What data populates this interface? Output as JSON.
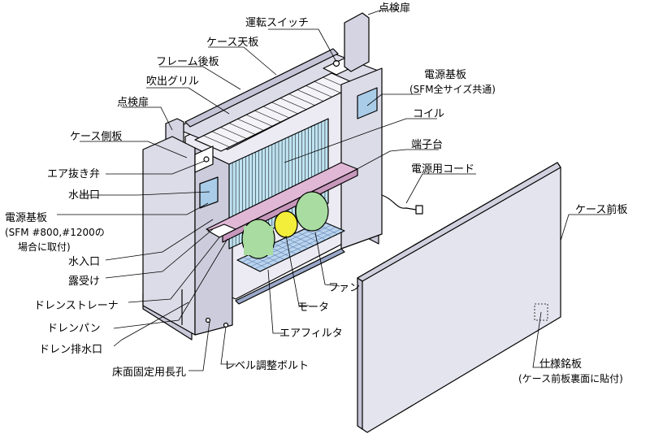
{
  "labels": {
    "inspection_door_top": "点検扉",
    "run_switch": "運転スイッチ",
    "case_top_panel": "ケース天板",
    "frame_back_panel": "フレーム後板",
    "outlet_grille": "吹出グリル",
    "inspection_door_left": "点検扉",
    "case_side_panel": "ケース側板",
    "air_vent_valve": "エア抜き弁",
    "water_outlet": "水出口",
    "power_board_left": "電源基板",
    "power_board_left_note1": "(SFM #800,#1200の",
    "power_board_left_note2": "場合に取付)",
    "water_inlet": "水入口",
    "dew_tray": "露受け",
    "drain_strainer": "ドレンストレーナ",
    "drain_pan": "ドレンパン",
    "drain_outlet": "ドレン排水口",
    "floor_slot": "床面固定用長孔",
    "level_bolt": "レベル調整ボルト",
    "air_filter": "エアフィルタ",
    "motor": "モータ",
    "fan": "ファン",
    "power_board_right": "電源基板",
    "power_board_right_note": "(SFM全サイズ共通)",
    "coil": "コイル",
    "terminal_block": "端子台",
    "power_cord": "電源用コード",
    "case_front_panel": "ケース前板",
    "spec_plate": "仕様銘板",
    "spec_plate_note": "(ケース前板裏面に貼付)"
  },
  "colors": {
    "case": "#dcdce8",
    "case_dark": "#c4c4d6",
    "coil": "#bfe3f2",
    "drain_pan": "#e0b8d6",
    "fan": "#a8dca0",
    "motor": "#f2ee3a",
    "filter": "#b9d3ee",
    "board": "#a9cce8"
  }
}
